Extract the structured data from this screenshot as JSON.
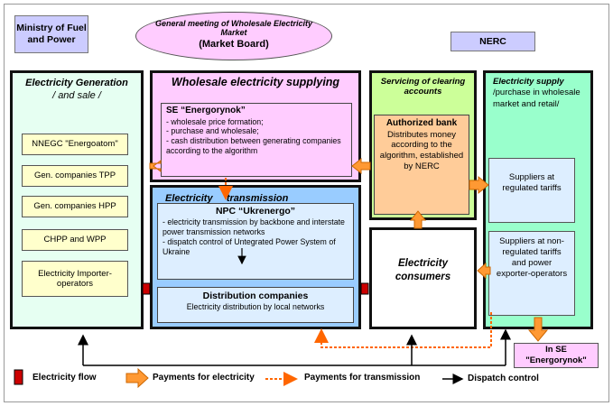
{
  "top": {
    "ministry": "Ministry of Fuel and Power",
    "meeting_line1": "General meeting of Wholesale Electricity Market",
    "meeting_line2": "(Market Board)",
    "nerc": "NERC"
  },
  "generation": {
    "title": "Electricity Generation",
    "subtitle": "/ and sale /",
    "items": [
      "NNEGC \"Energoatom\"",
      "Gen. companies TPP",
      "Gen. companies HPP",
      "CHPP and WPP",
      "Electricity Importer-operators"
    ]
  },
  "wholesale": {
    "title": "Wholesale electricity supplying",
    "box_title": "SE “Energorynok”",
    "box_lines": [
      "- wholesale price formation;",
      "- purchase and wholesale;",
      "- cash distribution between generating companies according to the algorithm"
    ]
  },
  "transmission": {
    "title": "Electricity     transmission",
    "npc_title": "NPC “Ukrenergo”",
    "npc_lines": [
      "- electricity transmission by backbone and interstate power transmission networks",
      "- dispatch control of Untegrated Power System of Ukraine"
    ],
    "dist_title": "Distribution companies",
    "dist_text": "Electricity distribution by local networks"
  },
  "clearing": {
    "title": "Servicing of clearing accounts",
    "bank_title": "Authorized bank",
    "bank_text": "Distributes money according to the algorithm, established by NERC"
  },
  "consumers": {
    "title": "Electricity consumers"
  },
  "supply": {
    "title": "Electricity supply",
    "subtitle": "/purchase in wholesale market and retail/",
    "regulated": "Suppliers at regulated tariffs",
    "nonregulated": "Suppliers at non-regulated tariffs and power exporter-operators"
  },
  "in_se": "In SE \"Energorynok\"",
  "legend": {
    "flow": "Electricity flow",
    "payments": "Payments for electricity",
    "transmission_payments": "Payments for transmission",
    "dispatch": "Dispatch control"
  },
  "colors": {
    "orange": "#ff9933",
    "pink": "#ffccff",
    "gen_bg": "#e6fff2",
    "yellow_box": "#ffffcc",
    "clearing_bg": "#ccff99",
    "bank_bg": "#ffcc99",
    "transmission_bg": "#99ccff",
    "supply_bg": "#99ffcc",
    "flow_red": "#cc0000"
  }
}
